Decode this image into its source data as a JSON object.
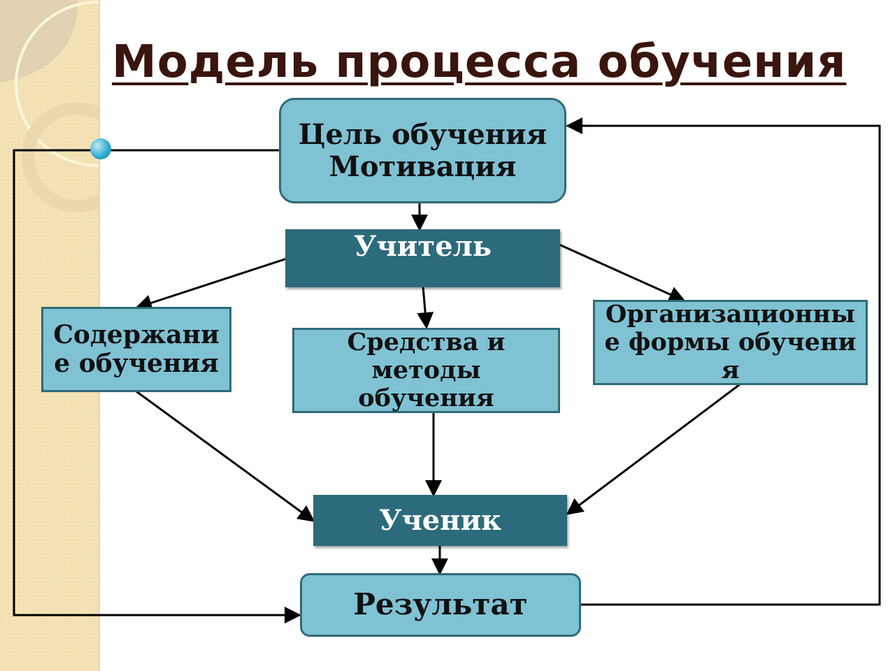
{
  "title": "Модель процесса обучения",
  "nodes": {
    "goal": "Цель обучения Мотивация",
    "teacher": "Учитель",
    "content": "Содержание обучения",
    "means": "Средства и методы обучения",
    "forms": "Организационные формы обучения",
    "student": "Ученик",
    "result": "Результат"
  },
  "colors": {
    "light_box": "#7fc2d4",
    "dark_box": "#2c6b7b",
    "title": "#3a150d"
  }
}
